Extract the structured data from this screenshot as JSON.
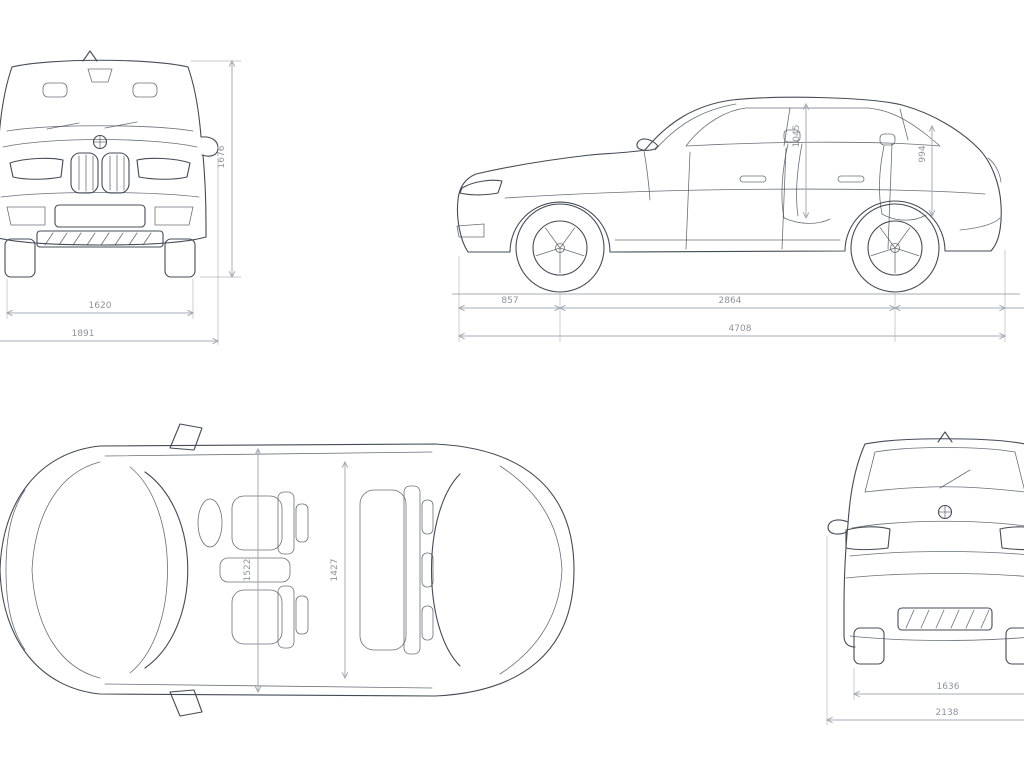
{
  "colors": {
    "page-bg": "#ffffff",
    "car-line": "#454b56",
    "dim-line": "#a6abb3",
    "dim-text": "#8f959d"
  },
  "diagram": {
    "type": "vehicle-dimensions-blueprint",
    "views": {
      "front": {
        "height": "1676",
        "track_width": "1620",
        "overall_width": "1891"
      },
      "side": {
        "front_headroom": "1045",
        "rear_headroom": "994",
        "front_overhang": "857",
        "wheelbase": "2864",
        "overall_length": "4708"
      },
      "top": {
        "front_width": "1522",
        "rear_width": "1427"
      },
      "rear": {
        "track": "1636",
        "width_incl_mirrors": "2138"
      }
    }
  }
}
